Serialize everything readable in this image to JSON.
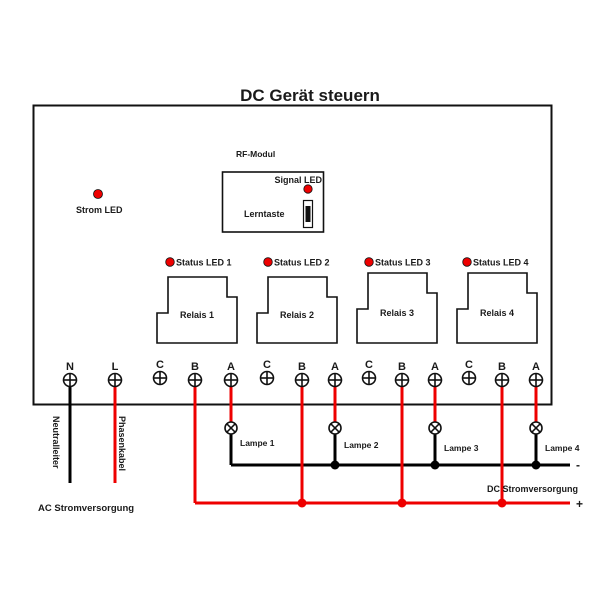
{
  "title": "DC Gerät steuern",
  "colors": {
    "wire_positive": "#ee0000",
    "wire_negative": "#000000",
    "led": "#ee0000",
    "outline": "#111111"
  },
  "rf_module": {
    "label": "RF-Modul",
    "signal_led_label": "Signal LED",
    "learn_button_label": "Lerntaste"
  },
  "power_led": {
    "label": "Strom LED"
  },
  "relays": [
    {
      "label": "Relais 1",
      "status_led_label": "Status LED 1"
    },
    {
      "label": "Relais 2",
      "status_led_label": "Status LED 2"
    },
    {
      "label": "Relais 3",
      "status_led_label": "Status LED 3"
    },
    {
      "label": "Relais 4",
      "status_led_label": "Status LED 4"
    }
  ],
  "terminals": [
    "N",
    "L",
    "C",
    "B",
    "A",
    "C",
    "B",
    "A",
    "C",
    "B",
    "A",
    "C",
    "B",
    "A"
  ],
  "lamps": [
    "Lampe 1",
    "Lampe 2",
    "Lampe 3",
    "Lampe 4"
  ],
  "ac_supply": {
    "neutral_label": "Neutralleiter",
    "phase_label": "Phasenkabel",
    "label": "AC Stromversorgung"
  },
  "dc_supply": {
    "label": "DC Stromversorgung",
    "minus_symbol": "-",
    "plus_symbol": "+"
  }
}
